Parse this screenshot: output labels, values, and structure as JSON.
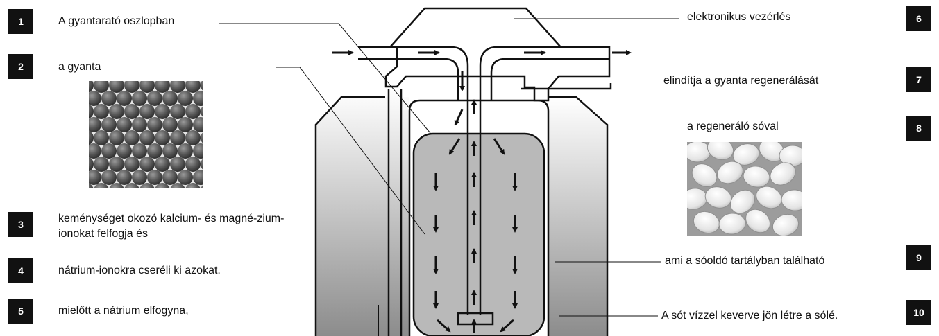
{
  "items": [
    {
      "number": "1",
      "text": "A gyantarató oszlopban"
    },
    {
      "number": "2",
      "text": "a gyanta"
    },
    {
      "number": "3",
      "text": "keménységet okozó kalcium- és magné-zium-ionokat felfogja és"
    },
    {
      "number": "4",
      "text": "nátrium-ionokra cseréli ki azokat."
    },
    {
      "number": "5",
      "text": "mielőtt a nátrium elfogyna,"
    },
    {
      "number": "6",
      "text": "elektronikus vezérlés"
    },
    {
      "number": "7",
      "text": "elindítja a gyanta regenerálását"
    },
    {
      "number": "8",
      "text": "a regeneráló sóval"
    },
    {
      "number": "9",
      "text": "ami a sóoldó tartályban található"
    },
    {
      "number": "10",
      "text": "A sót vízzel keverve jön létre a sólé."
    }
  ],
  "images": [
    {
      "name": "resin-beads",
      "depicts": "resin-beads"
    },
    {
      "name": "salt-tablets",
      "depicts": "salt-tablets"
    }
  ],
  "colors": {
    "badge": "#111111",
    "resin_fill": "#b9b9b9",
    "brine_top": "#ffffff",
    "brine_bottom": "#8c8c8c",
    "line": "#111111"
  }
}
